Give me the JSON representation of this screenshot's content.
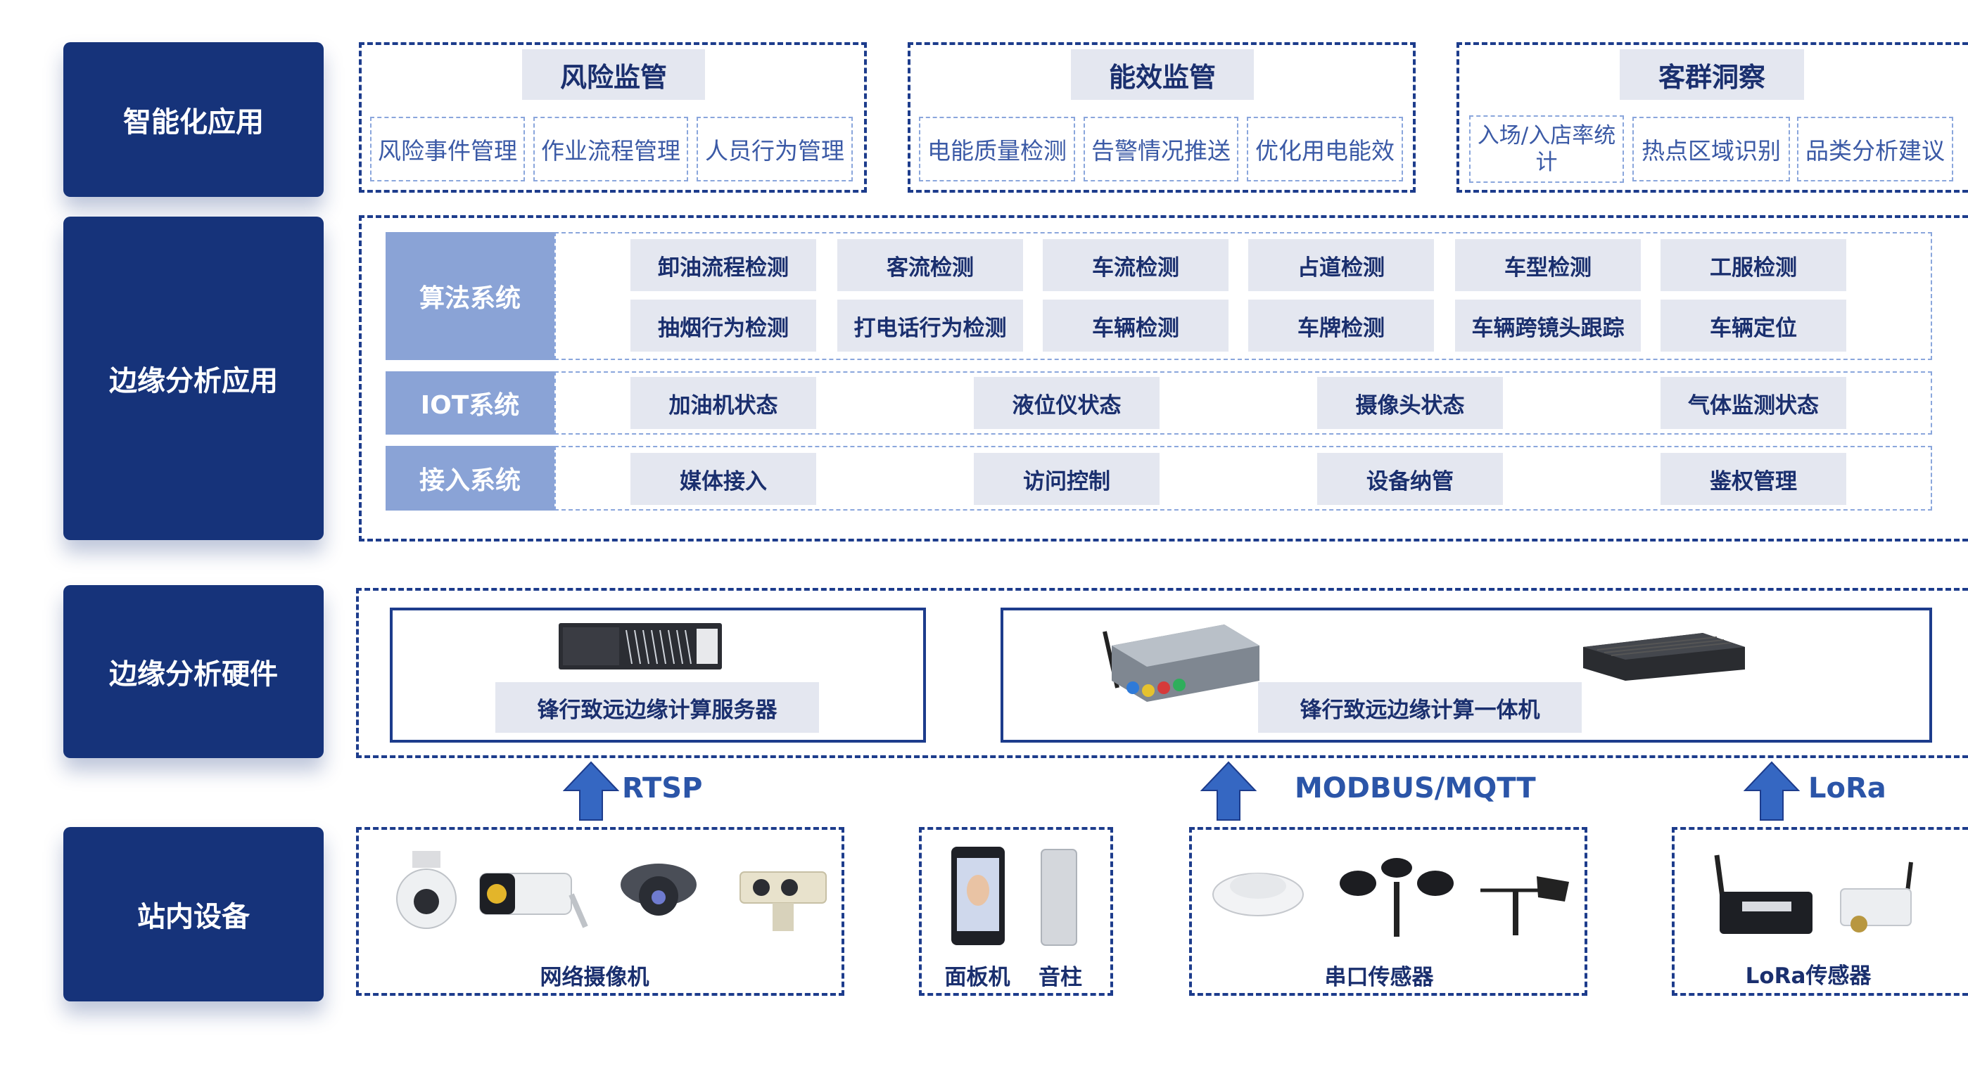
{
  "layers": {
    "smart_app": "智能化应用",
    "edge_app": "边缘分析应用",
    "edge_hw": "边缘分析硬件",
    "station": "站内设备"
  },
  "smart_groups": [
    {
      "title": "风险监管",
      "items": [
        "风险事件管理",
        "作业流程管理",
        "人员行为管理"
      ]
    },
    {
      "title": "能效监管",
      "items": [
        "电能质量检测",
        "告警情况推送",
        "优化用电能效"
      ]
    },
    {
      "title": "客群洞察",
      "items": [
        "入场/入店率统计",
        "热点区域识别",
        "品类分析建议"
      ]
    }
  ],
  "systems": {
    "algo": {
      "label": "算法系统",
      "row1": [
        "卸油流程检测",
        "客流检测",
        "车流检测",
        "占道检测",
        "车型检测",
        "工服检测"
      ],
      "row2": [
        "抽烟行为检测",
        "打电话行为检测",
        "车辆检测",
        "车牌检测",
        "车辆跨镜头跟踪",
        "车辆定位"
      ]
    },
    "iot": {
      "label": "IOT系统",
      "items": [
        "加油机状态",
        "液位仪状态",
        "摄像头状态",
        "气体监测状态"
      ]
    },
    "access": {
      "label": "接入系统",
      "items": [
        "媒体接入",
        "访问控制",
        "设备纳管",
        "鉴权管理"
      ]
    }
  },
  "hardware": {
    "server": "锋行致远边缘计算服务器",
    "aio": "锋行致远边缘计算一体机"
  },
  "protocols": {
    "rtsp": "RTSP",
    "modbus": "MODBUS/MQTT",
    "lora": "LoRa"
  },
  "devices": {
    "cameras": "网络摄像机",
    "panel": "面板机",
    "speaker": "音柱",
    "serial": "串口传感器",
    "lora": "LoRa传感器"
  },
  "colors": {
    "navy": "#16337a",
    "dash": "#1d3c8c",
    "system": "#8aa3d6",
    "chip": "#e4e7f0",
    "arrow": "#3567c2"
  }
}
